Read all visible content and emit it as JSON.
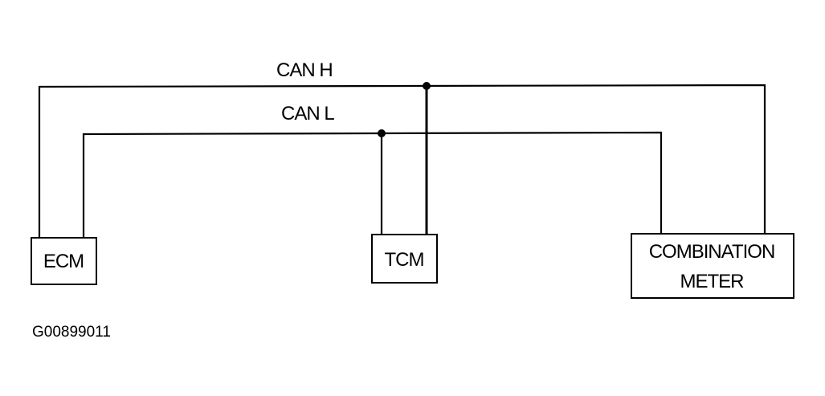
{
  "wires": {
    "can_h_label": "CAN H",
    "can_l_label": "CAN L"
  },
  "modules": {
    "ecm_label": "ECM",
    "tcm_label": "TCM",
    "combination_meter_line1": "COMBINATION",
    "combination_meter_line2": "METER"
  },
  "figure_id": "G00899011",
  "colors": {
    "line": "#000000",
    "background": "#ffffff"
  }
}
